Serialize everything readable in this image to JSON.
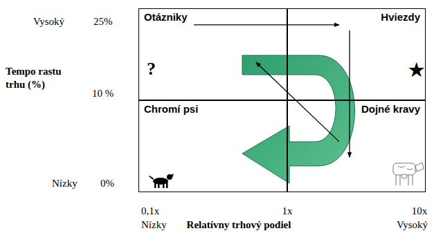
{
  "diagram": {
    "nodes": [
      {
        "text": [
          "Otázniky"
        ]
      },
      {
        "text": [
          "Hviezdy"
        ]
      },
      {
        "text": [
          "Chromí psi"
        ]
      },
      {
        "text": [
          "Dojné kravy"
        ]
      }
    ],
    "edges": [
      {
        "from": 0,
        "to": 1,
        "arrow": "to"
      },
      {
        "from": 1,
        "to": 3,
        "arrow": "to"
      },
      {
        "from": 3,
        "to": 0,
        "arrow": "to"
      }
    ],
    "labels": [
      "Vysoký",
      "25%",
      "Tempo rastu trhu (%)",
      "10 %",
      "Nízky",
      "0%",
      "?",
      "★",
      "0,1x",
      "Nízky",
      "1x",
      "Relatívny trhový podiel",
      "10x",
      "Vysoký"
    ]
  }
}
